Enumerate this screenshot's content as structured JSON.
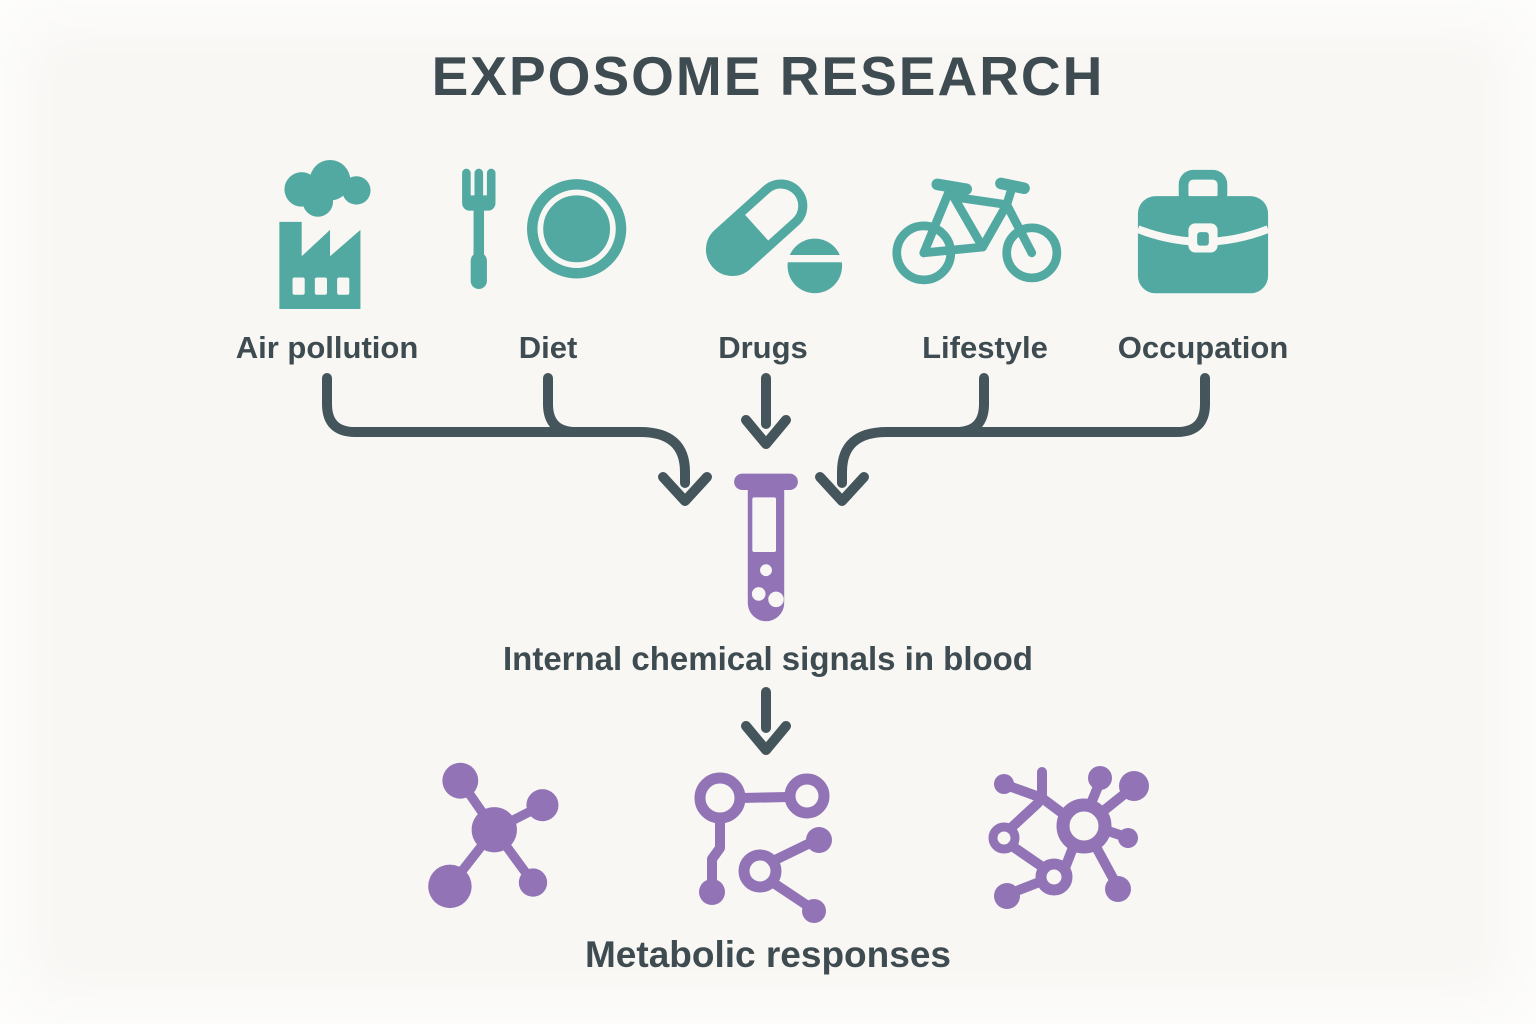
{
  "title": "EXPOSOME RESEARCH",
  "colors": {
    "teal": "#52a9a1",
    "purple": "#9274b6",
    "ink": "#3e4c51",
    "arrow": "#44555b",
    "bg": "#f8f7f4"
  },
  "exposures": [
    {
      "label": "Air pollution",
      "icon": "factory-icon"
    },
    {
      "label": "Diet",
      "icon": "fork-plate-icon"
    },
    {
      "label": "Drugs",
      "icon": "pills-icon"
    },
    {
      "label": "Lifestyle",
      "icon": "bicycle-icon"
    },
    {
      "label": "Occupation",
      "icon": "briefcase-icon"
    }
  ],
  "collector": {
    "label": "Internal chemical signals in blood",
    "icon": "test-tube-icon"
  },
  "outcome": {
    "label": "Metabolic responses",
    "icons": [
      "molecule-simple-icon",
      "molecule-chain-icon",
      "molecule-network-icon"
    ]
  }
}
